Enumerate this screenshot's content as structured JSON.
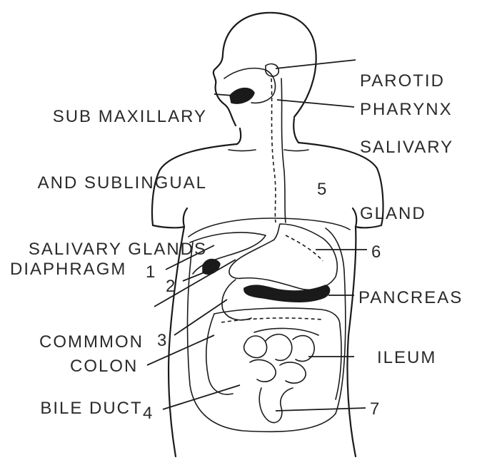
{
  "labels": {
    "sub_maxillary": [
      "SUB MAXILLARY",
      "AND SUBLINGUAL",
      "SALIVARY GLANDS"
    ],
    "parotid": [
      "PAROTID",
      "SALIVARY",
      "GLAND"
    ],
    "pharynx": "PHARYNX",
    "diaphragm": "DIAPHRAGM",
    "common_bile_duct": [
      "COMMMON",
      "BILE DUCT"
    ],
    "colon": "COLON",
    "pancreas": "PANCREAS",
    "ileum": "ILEUM",
    "n1": "1",
    "n2": "2",
    "n3": "3",
    "n4": "4",
    "n5": "5",
    "n6": "6",
    "n7": "7"
  }
}
